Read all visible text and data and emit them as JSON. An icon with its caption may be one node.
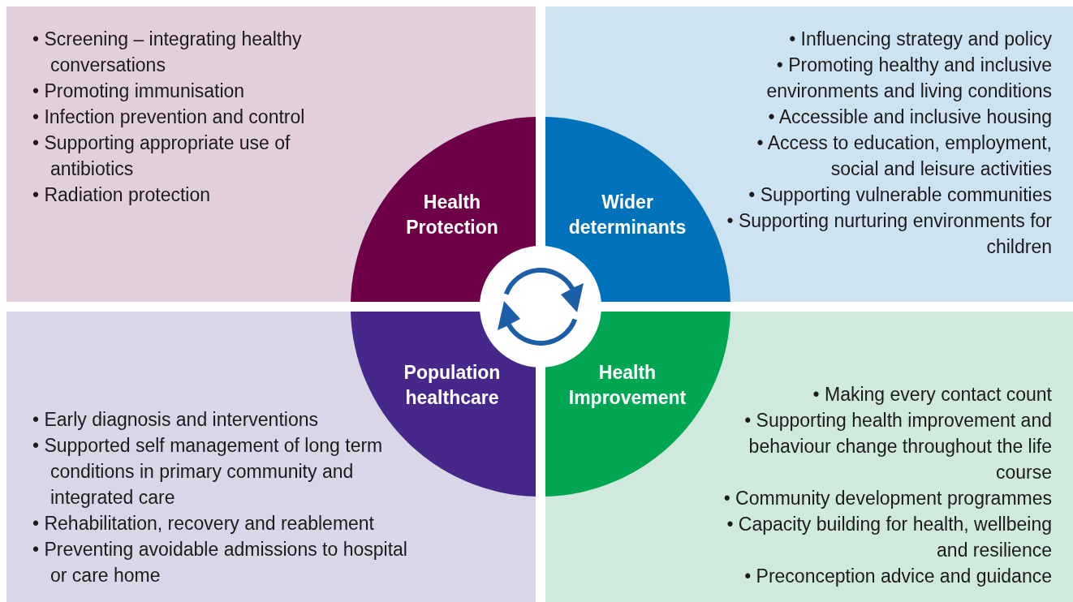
{
  "diagram": {
    "nodes": [
      {
        "text": [
          "• Screening – integrating healthy conversations",
          "• Promoting immunisation",
          "• Infection prevention and control",
          "• Supporting appropriate use of antibiotics",
          "• Radiation protection"
        ]
      },
      {
        "text": [
          "Health Protection"
        ],
        "in": 0
      },
      {
        "text": [
          "• Influencing strategy and policy",
          "• Promoting healthy and inclusive environments and living conditions",
          "• Accessible and inclusive housing",
          "• Access to education, employment, social and leisure activities",
          "• Supporting vulnerable communities",
          "• Supporting nurturing environments for children"
        ]
      },
      {
        "text": [
          "Wider determinants"
        ],
        "in": 2
      },
      {
        "text": [
          "• Early diagnosis and interventions",
          "• Supported self management of long term conditions in primary community and integrated care",
          "• Rehabilitation, recovery and reablement",
          "• Preventing avoidable admissions to hospital or care home"
        ]
      },
      {
        "text": [
          "Population healthcare"
        ],
        "in": 4
      },
      {
        "text": [
          "• Making every contact count",
          "• Supporting health improvement and behaviour change throughout the life course",
          "• Community development programmes",
          "• Capacity building for health, wellbeing and resilience",
          "• Preconception advice and guidance"
        ]
      },
      {
        "text": [
          "Health Improvement"
        ],
        "in": 6
      }
    ],
    "edges": []
  }
}
